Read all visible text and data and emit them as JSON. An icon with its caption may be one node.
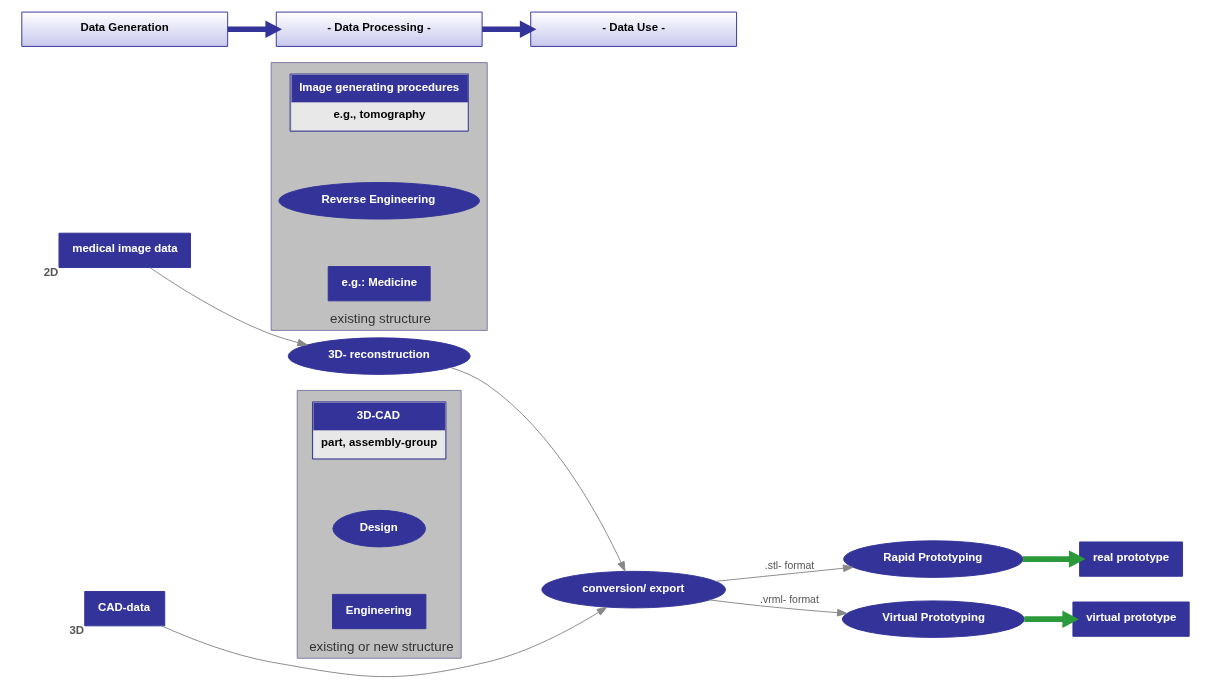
{
  "diagram": {
    "nodes": [
      {
        "text": [
          "Data Generation"
        ]
      },
      {
        "text": [
          "- Data Processing -"
        ]
      },
      {
        "text": [
          "- Data Use -"
        ]
      },
      {
        "text": [],
        "shape": "box",
        "beside": [
          "existing structure"
        ]
      },
      {
        "text": [
          "Image generating procedures",
          "e.g., tomography"
        ],
        "in": 3
      },
      {
        "text": [
          "Reverse Engineering"
        ],
        "in": 3
      },
      {
        "text": [
          "e.g.: Medicine"
        ],
        "in": 3
      },
      {
        "text": [],
        "shape": "box",
        "beside": [
          "existing or new structure"
        ]
      },
      {
        "text": [
          "3D-CAD",
          "part, assembly-group"
        ],
        "in": 7
      },
      {
        "text": [
          "Design"
        ],
        "in": 7
      },
      {
        "text": [
          "Engineering"
        ],
        "in": 7
      },
      {
        "text": [
          "medical image data"
        ],
        "beside": [
          "2D"
        ]
      },
      {
        "text": [
          "CAD-data"
        ],
        "beside": [
          "3D"
        ]
      },
      {
        "text": [
          "3D- reconstruction"
        ]
      },
      {
        "text": [
          "conversion/ export"
        ]
      },
      {
        "text": [
          "Rapid Prototyping"
        ]
      },
      {
        "text": [
          "Virtual Prototyping"
        ]
      },
      {
        "text": [
          "real prototype"
        ]
      },
      {
        "text": [
          "virtual prototype"
        ]
      }
    ],
    "edges": [
      {
        "from": 0,
        "to": 1,
        "arrow": "to",
        "style": "thick",
        "color": "#333399"
      },
      {
        "from": 1,
        "to": 2,
        "arrow": "to",
        "style": "thick",
        "color": "#333399"
      },
      {
        "from": 11,
        "to": 13,
        "arrow": "to"
      },
      {
        "from": 13,
        "to": 14,
        "arrow": "to"
      },
      {
        "from": 12,
        "to": 14,
        "arrow": "to"
      },
      {
        "from": 14,
        "to": 15,
        "arrow": "to",
        "label": ".stl- format"
      },
      {
        "from": 14,
        "to": 16,
        "arrow": "to",
        "label": ".vrml- format"
      },
      {
        "from": 15,
        "to": 17,
        "arrow": "to",
        "style": "thick",
        "color": "#2a9a3a"
      },
      {
        "from": 16,
        "to": 18,
        "arrow": "to",
        "style": "thick",
        "color": "#2a9a3a"
      }
    ]
  }
}
